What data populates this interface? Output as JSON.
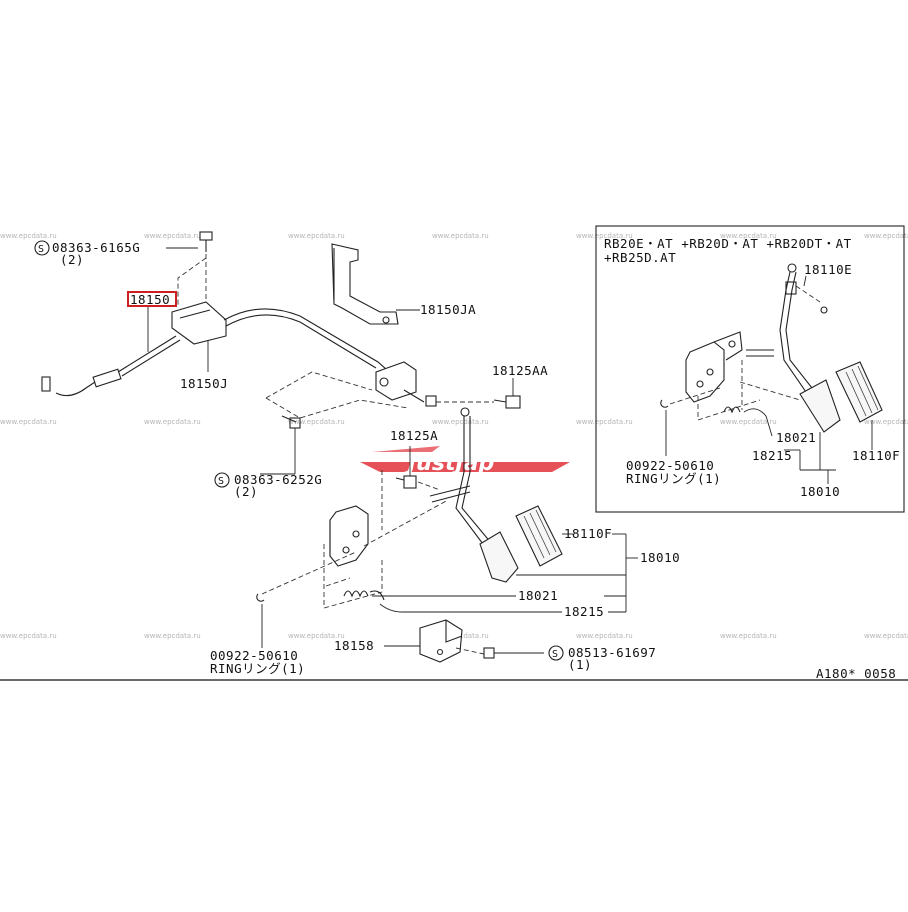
{
  "diagram": {
    "highlight_label": "18150",
    "diagram_code": "A180* 0058",
    "labels": {
      "screw_top": "08363-6165G",
      "screw_top_qty": "(2)",
      "bracket_ja": "18150JA",
      "cable_j": "18150J",
      "bolt_aa": "18125AA",
      "screw_mid": "08363-6252G",
      "screw_mid_qty": "(2)",
      "bolt_a": "18125A",
      "pad_f": "18110F",
      "pedal_assy": "18010",
      "lever": "18021",
      "spring": "18215",
      "ring": "00922-50610",
      "ring_desc": "RINGリング(1)",
      "stopper": "18158",
      "screw_bot": "08513-61697",
      "screw_bot_qty": "(1)",
      "s_symbol": "S"
    },
    "inset": {
      "variant_line1": "RB20E・AT +RB20D・AT +RB20DT・AT",
      "variant_line2": "+RB25D.AT",
      "lever_e": "18110E",
      "lever": "18021",
      "spring": "18215",
      "pad_f": "18110F",
      "ring": "00922-50610",
      "ring_desc": "RINGリング(1)",
      "pedal_assy": "18010"
    },
    "watermark": "www.epcdata.ru",
    "logo_text": "JustJap",
    "colors": {
      "highlight": "#cc1f1f",
      "logo": "#e0323a",
      "line": "#222222"
    }
  }
}
